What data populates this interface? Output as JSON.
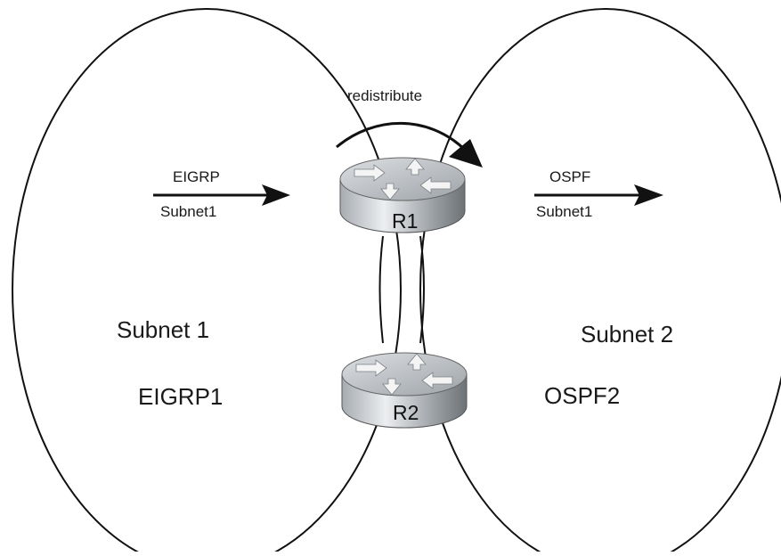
{
  "diagram": {
    "left_domain": {
      "subnet_label": "Subnet 1",
      "protocol_label": "EIGRP1",
      "route_arrow": {
        "protocol": "EIGRP",
        "route": "Subnet1"
      }
    },
    "right_domain": {
      "subnet_label": "Subnet 2",
      "protocol_label": "OSPF2",
      "route_arrow": {
        "protocol": "OSPF",
        "route": "Subnet1"
      }
    },
    "redistribution_label": "redistribute",
    "routers": [
      {
        "name": "R1"
      },
      {
        "name": "R2"
      }
    ],
    "colors": {
      "stroke": "#111111",
      "router_body": "#8a8f94",
      "router_top": "#c8cbce",
      "router_arrows": "#f2f2f2"
    }
  }
}
